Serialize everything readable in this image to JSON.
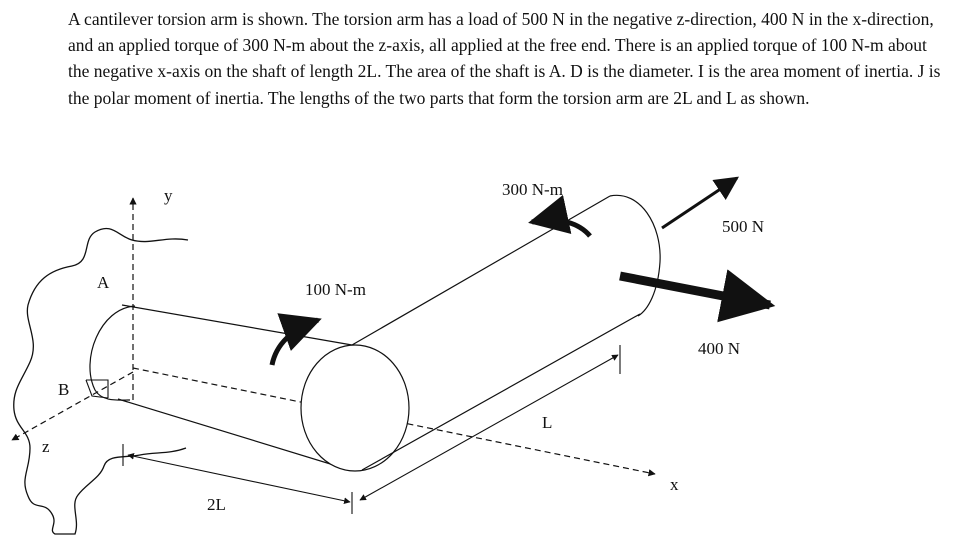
{
  "problem": {
    "text": "A cantilever torsion arm is shown. The torsion arm has a load of 500 N in the negative z-direction, 400 N in the x-direction, and an applied torque of 300 N-m about the z-axis, all applied at the free end. There is an applied torque of 100 N-m about the negative x-axis on the shaft of length 2L. The area of the shaft is A. D is the diameter. I is the area moment of inertia. J is the polar moment of inertia. The lengths of the two parts that form the torsion arm are 2L and L as shown."
  },
  "diagram": {
    "labels": {
      "y_axis": "y",
      "x_axis": "x",
      "z_axis": "z",
      "point_a": "A",
      "point_b": "B",
      "torque_300": "300 N-m",
      "torque_100": "100 N-m",
      "force_500": "500 N",
      "force_400": "400 N",
      "length_l": "L",
      "length_2l": "2L"
    }
  }
}
